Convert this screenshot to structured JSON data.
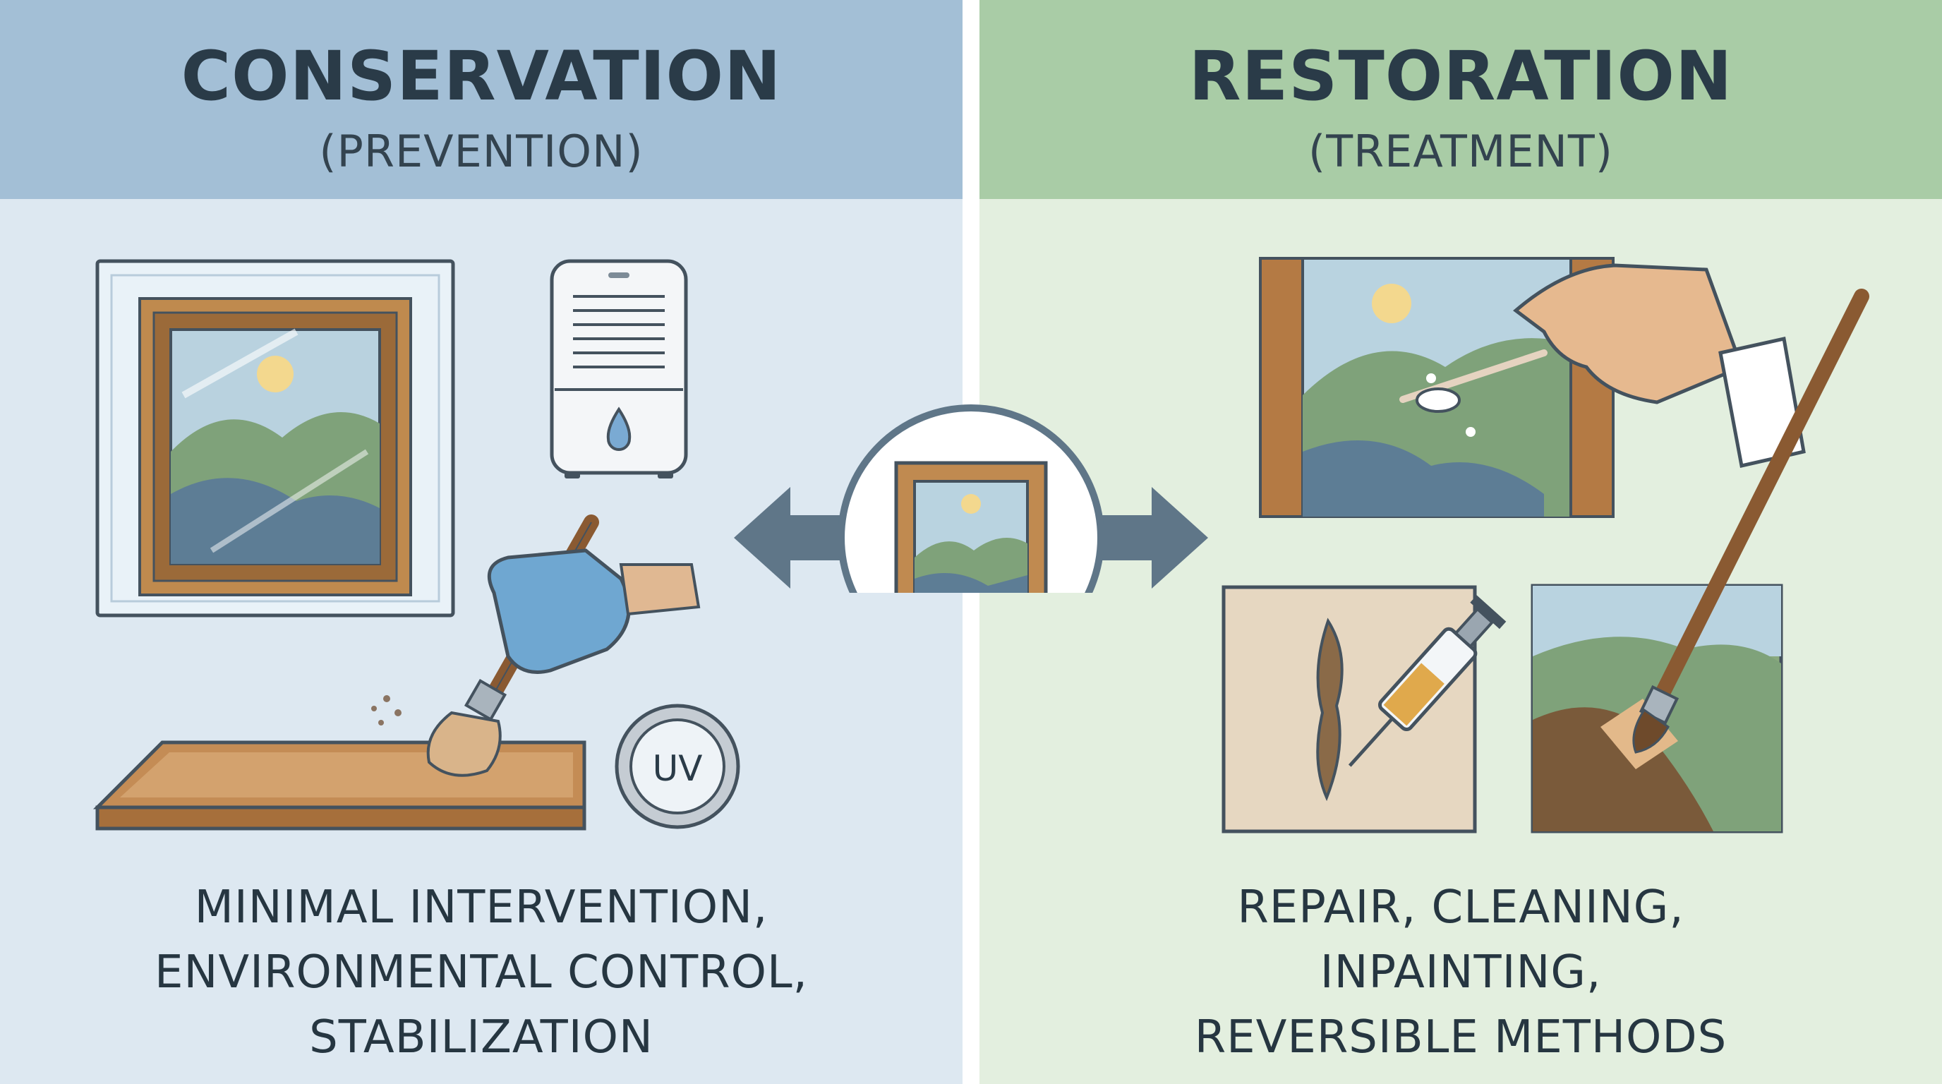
{
  "left": {
    "title": "CONSERVATION",
    "subtitle": "(PREVENTION)",
    "caption_lines": [
      "MINIMAL INTERVENTION,",
      "ENVIRONMENTAL CONTROL,",
      "STABILIZATION"
    ],
    "uv_label": "UV",
    "header_color": "#a3bfd6",
    "body_color": "#dde8f1"
  },
  "right": {
    "title": "RESTORATION",
    "subtitle": "(TREATMENT)",
    "caption_lines": [
      "REPAIR, CLEANING,",
      "INPAINTING,",
      "REVERSIBLE METHODS"
    ],
    "header_color": "#a9cca6",
    "body_color": "#e3efdf"
  },
  "icons": [
    "framed-painting-behind-glass-icon",
    "dehumidifier-icon",
    "gloved-hand-brush-icon",
    "wooden-panel-icon",
    "uv-filter-icon",
    "double-arrow-icon",
    "small-framed-painting-icon",
    "hand-cotton-swab-icon",
    "syringe-tear-repair-icon",
    "paintbrush-inpainting-icon"
  ]
}
